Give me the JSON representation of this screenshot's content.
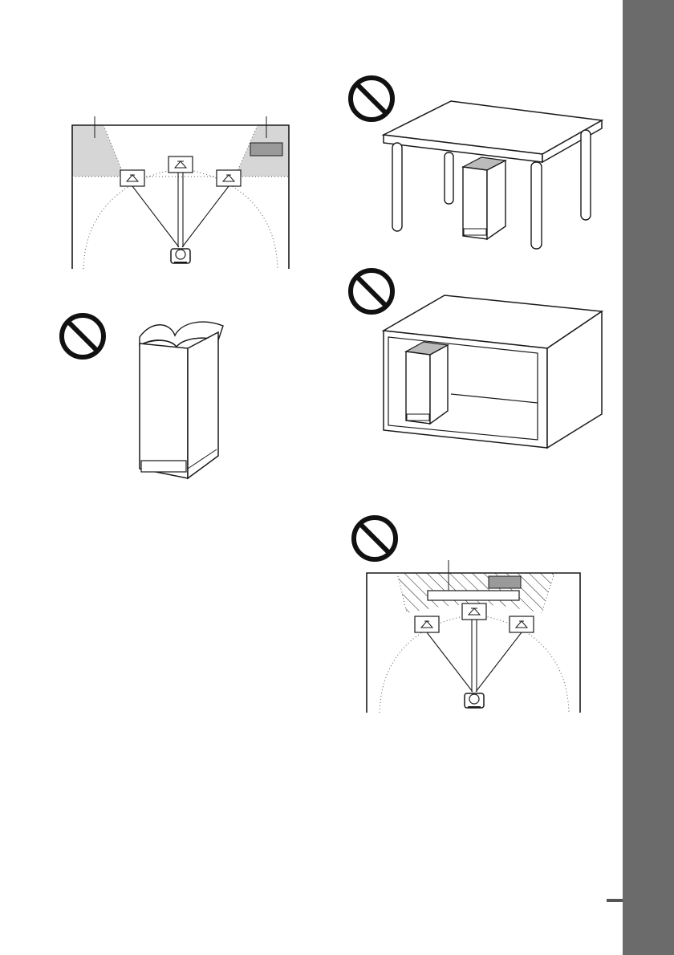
{
  "colors": {
    "side_tab": "#6b6b6b",
    "line": "#1a1a1a",
    "gray_zone": "#d6d6d6",
    "tv_block": "#9a9a9a",
    "prohibition": "#111111"
  },
  "icons": {
    "prohibition": "prohibition-icon",
    "listener": "listener-head-icon",
    "speaker_box": "speaker-box-icon"
  },
  "figures": [
    {
      "name": "speaker-layout-ok",
      "shows": "gray-zones-at-front-corners",
      "prohibited": false
    },
    {
      "name": "subwoofer-under-table",
      "prohibited": true
    },
    {
      "name": "subwoofer-in-cabinet",
      "prohibited": true
    },
    {
      "name": "subwoofer-covered",
      "prohibited": true
    },
    {
      "name": "speaker-layout-obstructed",
      "shows": "hatched-zone-with-obstacle",
      "prohibited": true
    }
  ]
}
